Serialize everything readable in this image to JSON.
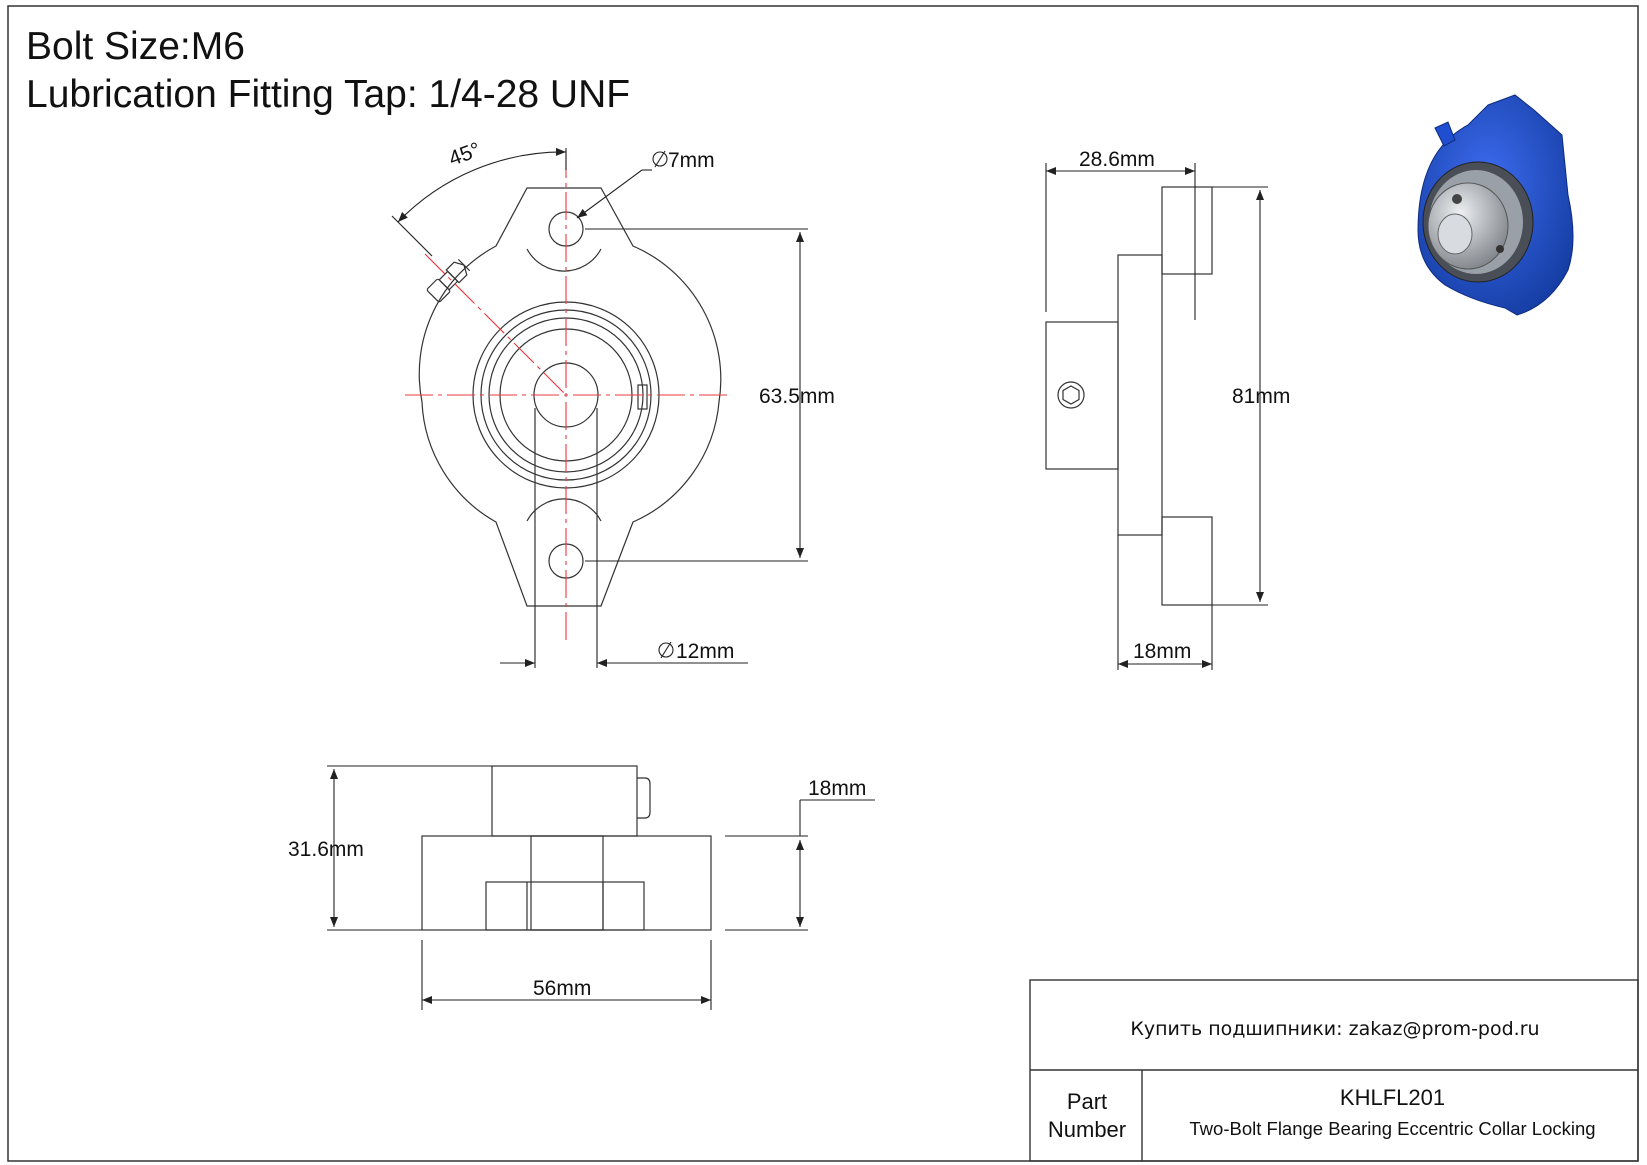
{
  "header": {
    "bolt_size": "Bolt Size:M6",
    "lubrication": "Lubrication Fitting Tap: 1/4-28 UNF"
  },
  "front_view": {
    "angle": "45°",
    "bolt_hole": "7mm",
    "bolt_spacing": "63.5mm",
    "bore": "12mm"
  },
  "side_view": {
    "width": "28.6mm",
    "height": "81mm",
    "flange_thickness": "18mm"
  },
  "bottom_view": {
    "total_height": "31.6mm",
    "base_height": "18mm",
    "width": "56mm"
  },
  "title_block": {
    "contact": "Купить подшипники: zakaz@prom-pod.ru",
    "part_label": "Part Number",
    "part_number": "KHLFL201",
    "description": "Two-Bolt Flange Bearing Eccentric Collar Locking"
  },
  "colors": {
    "line": "#333333",
    "centerline": "#e8383d",
    "housing": "#1f4fd0",
    "steel": "#b8bcc2"
  }
}
